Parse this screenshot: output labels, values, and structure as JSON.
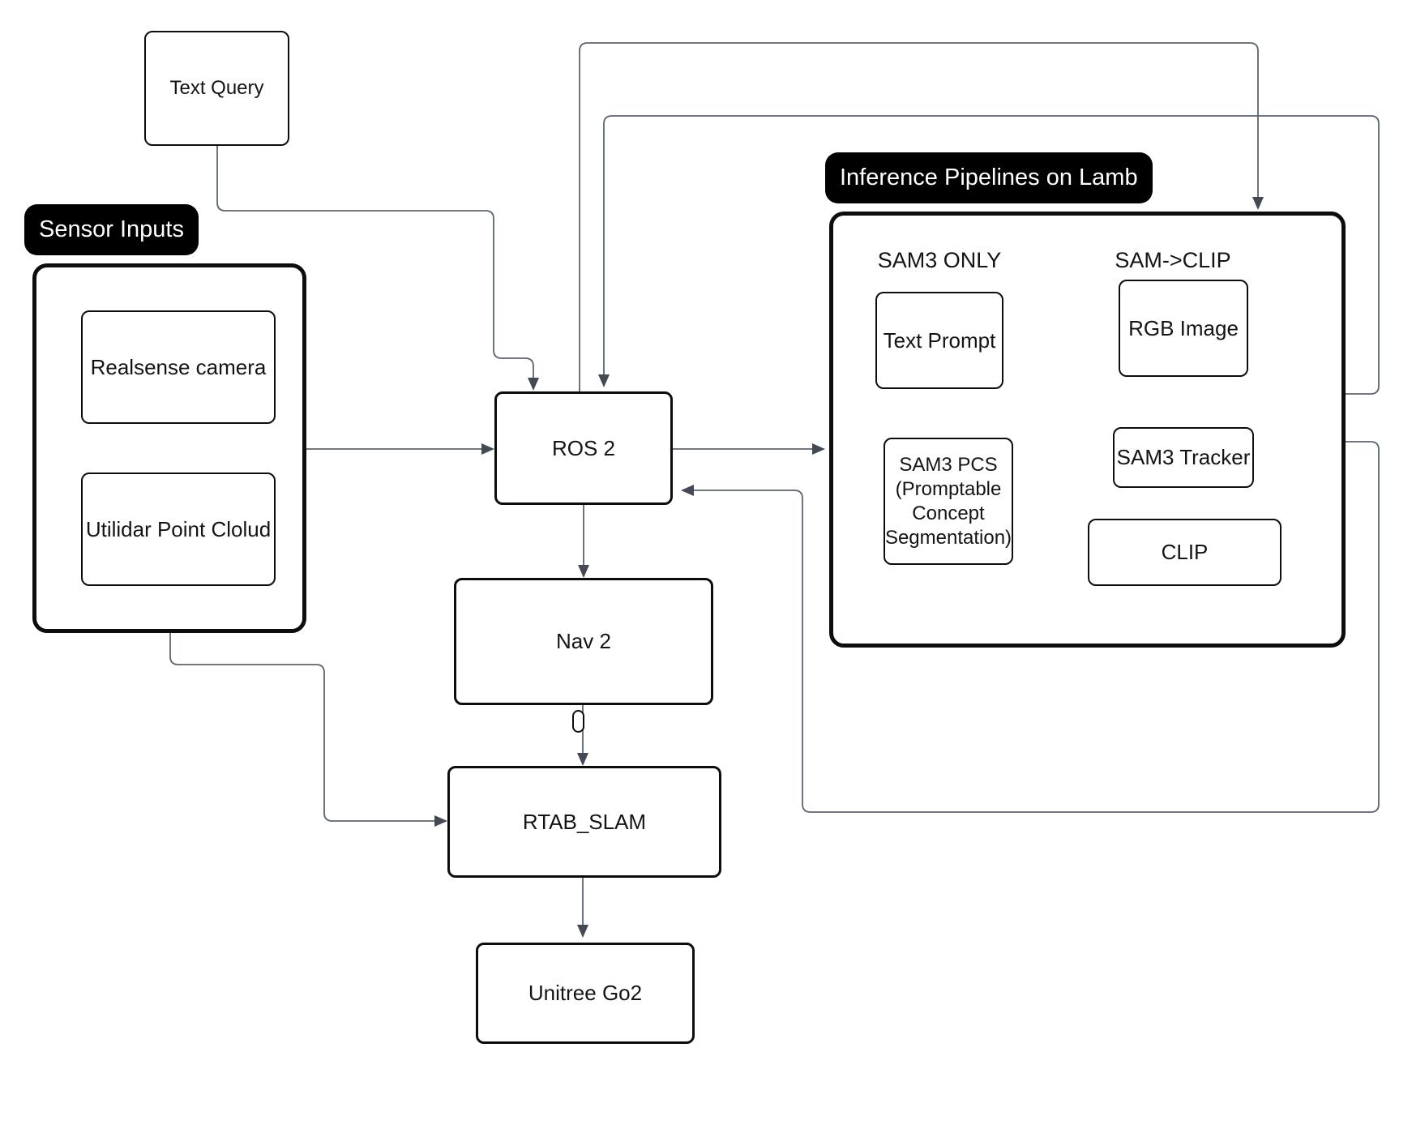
{
  "diagram": {
    "groups": {
      "sensor_inputs": {
        "label": "Sensor Inputs"
      },
      "inference_pipelines": {
        "label": "Inference Pipelines on Lamb",
        "columns": {
          "sam3_only": {
            "heading": "SAM3 ONLY"
          },
          "sam_clip": {
            "heading": "SAM->CLIP"
          }
        }
      }
    },
    "nodes": {
      "text_query": {
        "label": "Text Query"
      },
      "realsense_camera": {
        "label": "Realsense camera"
      },
      "utilidar_point_cloud": {
        "label": "Utilidar Point Clolud"
      },
      "ros2": {
        "label": "ROS 2"
      },
      "nav2": {
        "label": "Nav 2"
      },
      "rtab_slam": {
        "label": "RTAB_SLAM"
      },
      "unitree_go2": {
        "label": "Unitree Go2"
      },
      "text_prompt": {
        "label": "Text Prompt"
      },
      "sam3_pcs": {
        "label": "SAM3 PCS\n(Promptable\nConcept\nSegmentation)"
      },
      "rgb_image": {
        "label": "RGB Image"
      },
      "sam3_tracker": {
        "label": "SAM3 Tracker"
      },
      "clip": {
        "label": "CLIP"
      }
    },
    "edges": [
      {
        "id": "text-query-to-ros2",
        "from": "Text Query",
        "to": "ROS 2"
      },
      {
        "id": "ros2-to-pipelines-top",
        "from": "ROS 2",
        "to": "Inference Pipelines on Lamb"
      },
      {
        "id": "pipelines-to-ros2-upper",
        "from": "Inference Pipelines on Lamb",
        "to": "ROS 2"
      },
      {
        "id": "ros2-to-pipelines-left",
        "from": "ROS 2",
        "to": "Inference Pipelines on Lamb"
      },
      {
        "id": "pipelines-to-ros2-lower",
        "from": "Inference Pipelines on Lamb",
        "to": "ROS 2"
      },
      {
        "id": "sensor-inputs-to-ros2",
        "from": "Sensor Inputs",
        "to": "ROS 2"
      },
      {
        "id": "sensor-inputs-to-rtab-slam",
        "from": "Sensor Inputs",
        "to": "RTAB_SLAM"
      },
      {
        "id": "ros2-to-nav2",
        "from": "ROS 2",
        "to": "Nav 2"
      },
      {
        "id": "nav2-to-rtab-slam",
        "from": "Nav 2",
        "to": "RTAB_SLAM"
      },
      {
        "id": "rtab-slam-to-unitree-go2",
        "from": "RTAB_SLAM",
        "to": "Unitree Go2"
      },
      {
        "id": "text-prompt-to-sam3-pcs",
        "from": "Text Prompt",
        "to": "SAM3 PCS"
      },
      {
        "id": "rgb-image-to-sam3-tracker",
        "from": "RGB Image",
        "to": "SAM3 Tracker"
      },
      {
        "id": "sam3-tracker-to-clip",
        "from": "SAM3 Tracker",
        "to": "CLIP"
      }
    ],
    "colors": {
      "background": "#ffffff",
      "box_border": "#0d0d0d",
      "pill_background": "#000000",
      "pill_text": "#ffffff",
      "connector": "#5c6470",
      "arrowhead": "#434a54",
      "text": "#141414"
    }
  }
}
